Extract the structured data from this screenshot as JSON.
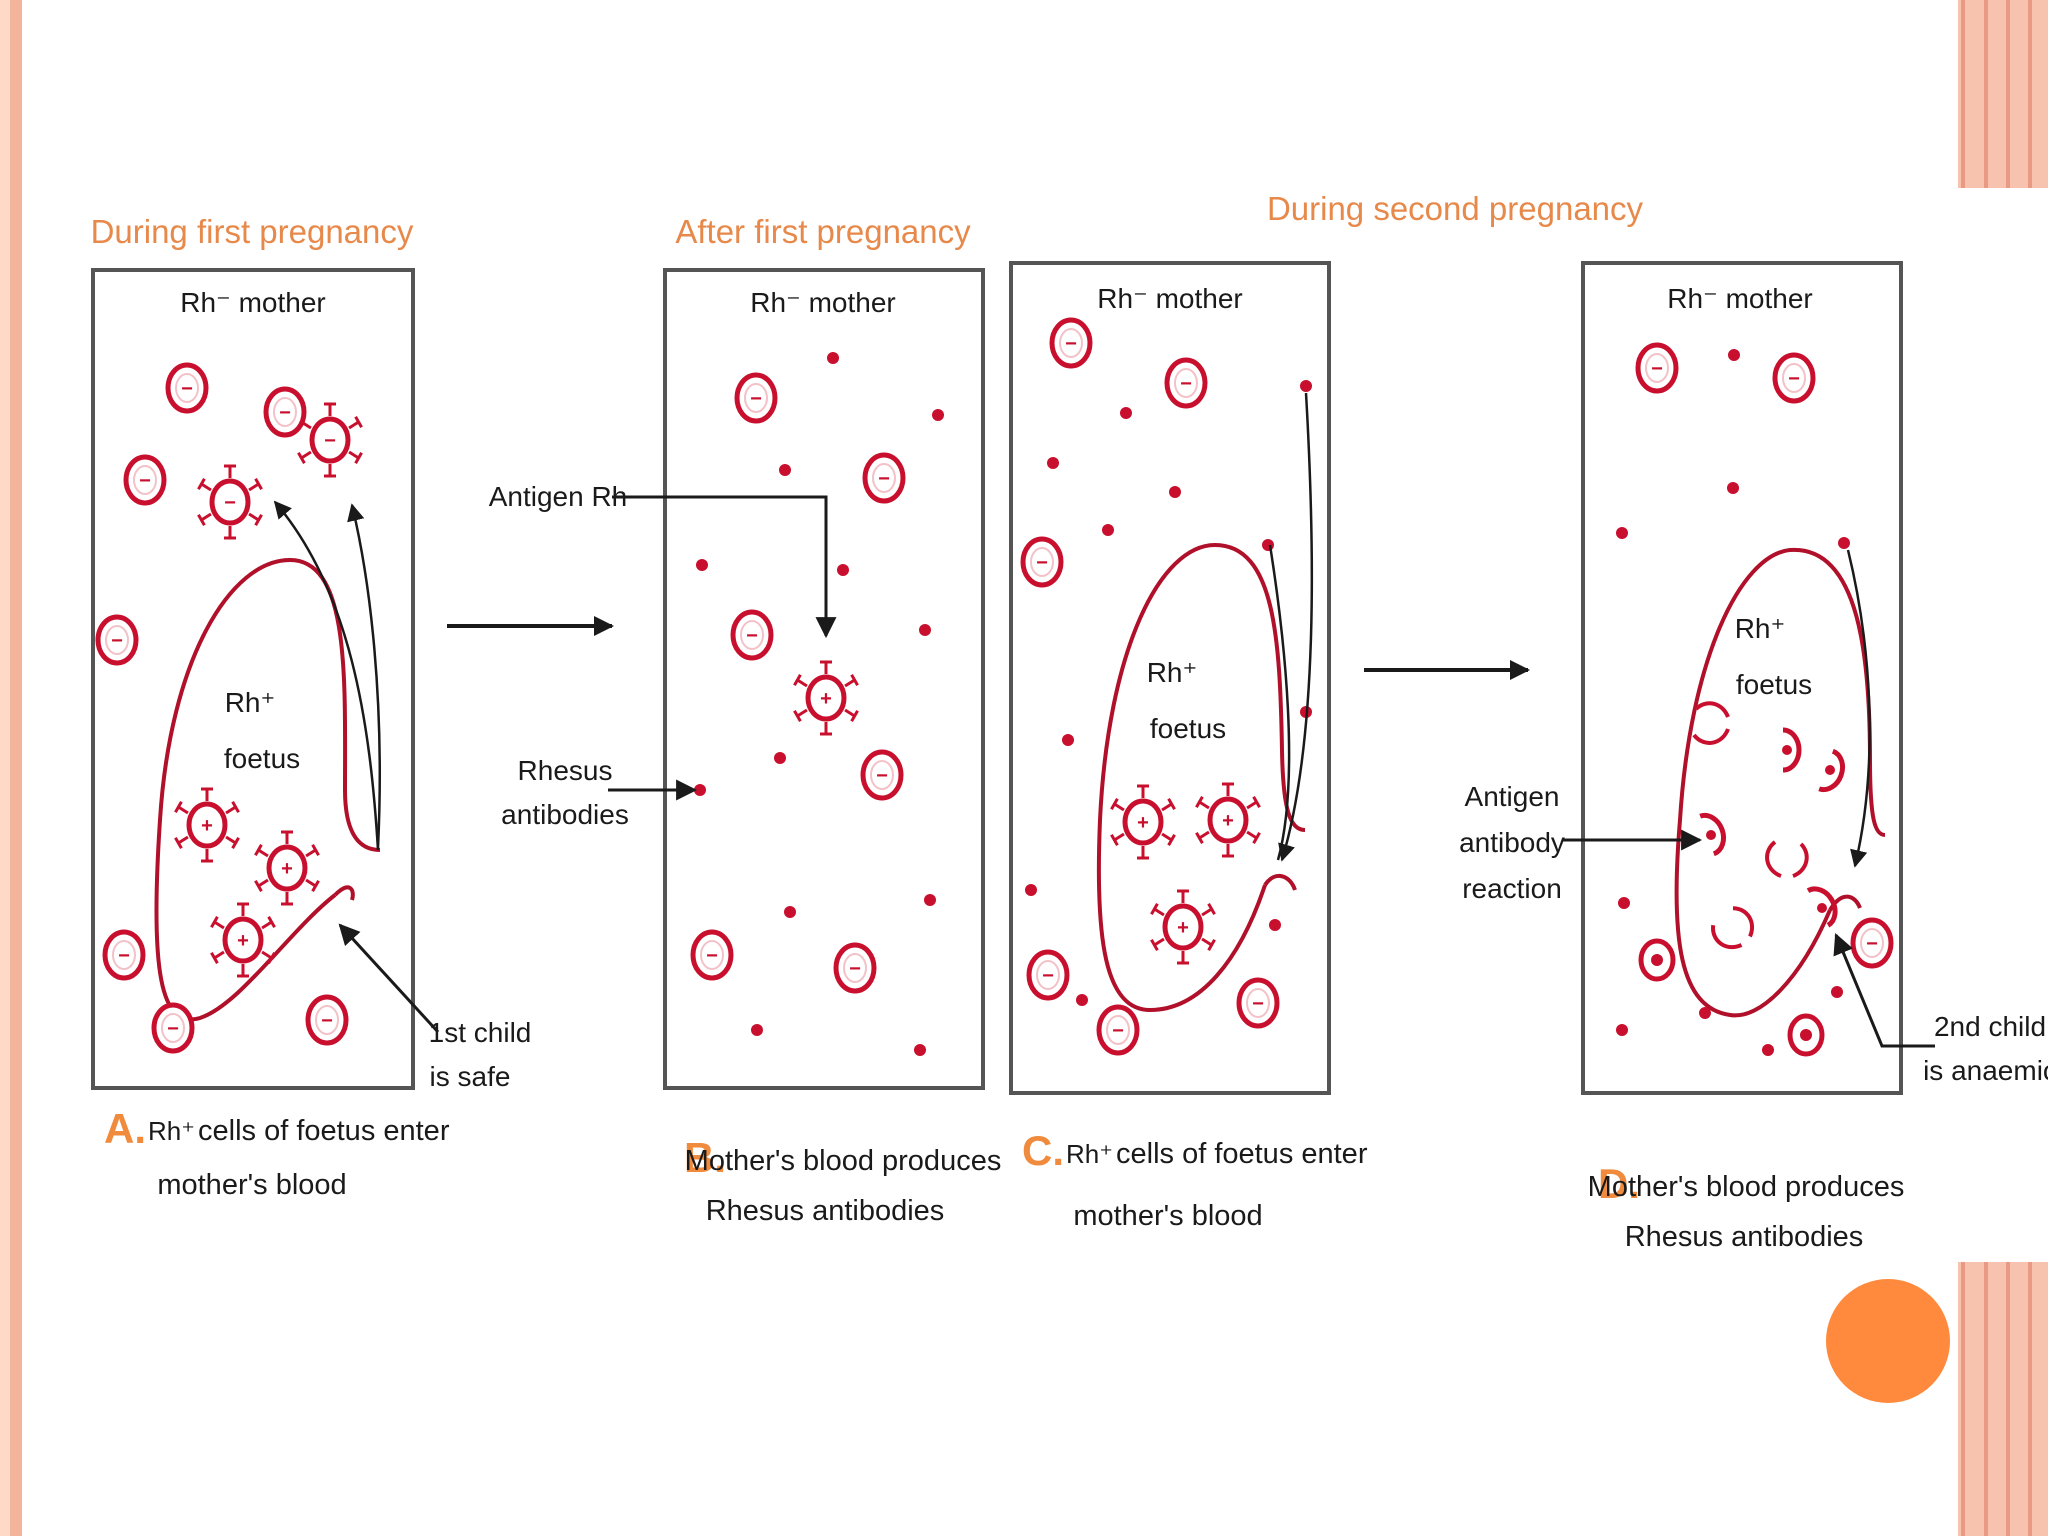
{
  "colors": {
    "red": "#c8102e",
    "dark": "#1a1a1a",
    "heading": "#e7894a",
    "letter": "#f08a3c",
    "frame_peach": "#f4b49c",
    "frame_line": "#e89a85",
    "accent_circle": "#ff8a3d",
    "box_border": "#555555"
  },
  "headings": {
    "first": "During first pregnancy",
    "after": "After first pregnancy",
    "second": "During second pregnancy"
  },
  "panels": {
    "a": {
      "mother": "Rh⁻ mother",
      "foetus_rh": "Rh⁺",
      "foetus_word": "foetus"
    },
    "b": {
      "mother": "Rh⁻ mother"
    },
    "c": {
      "mother": "Rh⁻ mother",
      "foetus_rh": "Rh⁺",
      "foetus_word": "foetus"
    },
    "d": {
      "mother": "Rh⁻ mother",
      "foetus_rh": "Rh⁺",
      "foetus_word": "foetus"
    }
  },
  "callouts": {
    "first_child_1": "1st child",
    "first_child_2": "is safe",
    "antigen_rh": "Antigen Rh",
    "rhesus_1": "Rhesus",
    "rhesus_2": "antibodies",
    "reaction_1": "Antigen",
    "reaction_2": "antibody",
    "reaction_3": "reaction",
    "second_child_1": "2nd child",
    "second_child_2": "is anaemic"
  },
  "captions": {
    "a": {
      "letter": "A.",
      "rh": "Rh⁺",
      "line1": "cells of foetus enter",
      "line2": "mother's blood"
    },
    "b": {
      "letter": "B.",
      "line1": "Mother's blood produces",
      "line2": "Rhesus antibodies"
    },
    "c": {
      "letter": "C.",
      "rh": "Rh⁺",
      "line1": "cells of foetus enter",
      "line2": "mother's blood"
    },
    "d": {
      "letter": "D.",
      "line1": "Mother's blood produces",
      "line2": "Rhesus antibodies"
    }
  },
  "cell_signs": {
    "neg": "−",
    "pos": "+"
  }
}
